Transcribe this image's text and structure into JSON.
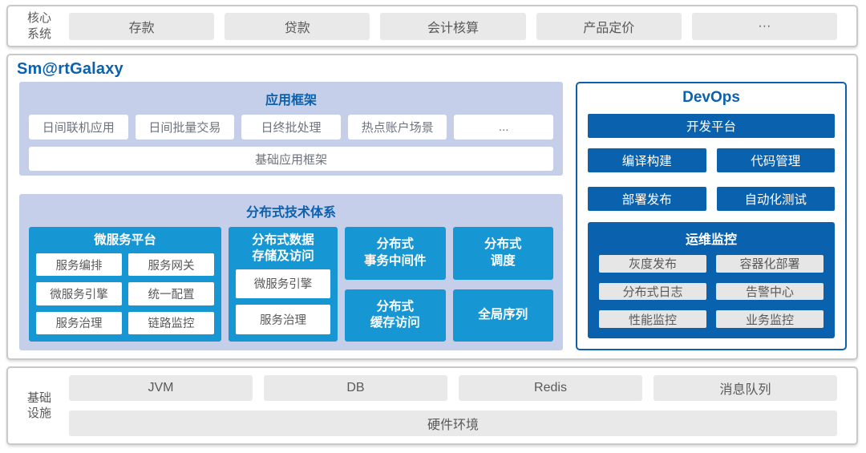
{
  "core_systems": {
    "label_line1": "核心",
    "label_line2": "系统",
    "items": [
      "存款",
      "贷款",
      "会计核算",
      "产品定价",
      "···"
    ]
  },
  "platform": {
    "title": "Sm@rtGalaxy",
    "app_framework": {
      "title": "应用框架",
      "apps": [
        "日间联机应用",
        "日间批量交易",
        "日终批处理",
        "热点账户场景",
        "..."
      ],
      "base": "基础应用框架"
    },
    "distributed": {
      "title": "分布式技术体系",
      "microservice_platform": {
        "title": "微服务平台",
        "items": [
          "服务编排",
          "服务网关",
          "微服务引擎",
          "统一配置",
          "服务治理",
          "链路监控"
        ]
      },
      "data_storage": {
        "title_line1": "分布式数据",
        "title_line2": "存储及访问",
        "items": [
          "微服务引擎",
          "服务治理"
        ]
      },
      "transaction": {
        "line1": "分布式",
        "line2": "事务中间件"
      },
      "schedule": {
        "line1": "分布式",
        "line2": "调度"
      },
      "cache": {
        "line1": "分布式",
        "line2": "缓存访问"
      },
      "global_seq": {
        "line1": "全局序列",
        "line2": ""
      }
    },
    "devops": {
      "title": "DevOps",
      "dev_platform": "开发平台",
      "tools": [
        "编译构建",
        "代码管理",
        "部署发布",
        "自动化测试"
      ],
      "ops_monitor": {
        "title": "运维监控",
        "items": [
          "灰度发布",
          "容器化部署",
          "分布式日志",
          "告警中心",
          "性能监控",
          "业务监控"
        ]
      }
    }
  },
  "infrastructure": {
    "label_line1": "基础",
    "label_line2": "设施",
    "items": [
      "JVM",
      "DB",
      "Redis",
      "消息队列"
    ],
    "hardware": "硬件环境"
  },
  "colors": {
    "accent_blue": "#0B61AD",
    "dark_blue_box": "#0A62AE",
    "cyan_block": "#1697D3",
    "panel_periwinkle": "#C5CFEA",
    "gray_box": "#E9E9E9",
    "gray_text": "#595959",
    "outer_border": "#C9C9C9"
  }
}
